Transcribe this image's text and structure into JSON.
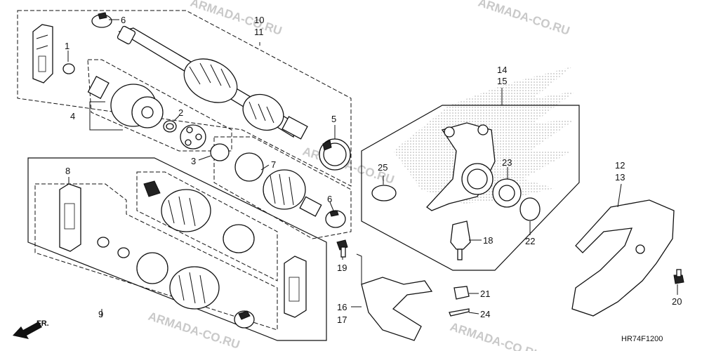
{
  "watermark": "ARMADA-CO.RU",
  "diagram_code": "HR74F1200",
  "direction_label": "FR.",
  "callouts": {
    "c1": "1",
    "c2": "2",
    "c3": "3",
    "c4": "4",
    "c5": "5",
    "c6a": "6",
    "c6b": "6",
    "c7": "7",
    "c8": "8",
    "c9": "9",
    "c10": "10",
    "c11": "11",
    "c12": "12",
    "c13": "13",
    "c14": "14",
    "c15": "15",
    "c16": "16",
    "c17": "17",
    "c18": "18",
    "c19": "19",
    "c20": "20",
    "c21": "21",
    "c22": "22",
    "c23": "23",
    "c24": "24",
    "c25": "25"
  },
  "icons": [
    "front-direction-arrow-icon",
    "honda-wing-logo-icon"
  ]
}
